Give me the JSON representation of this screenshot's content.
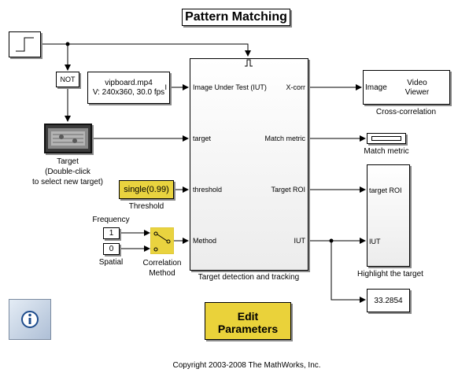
{
  "title": "Pattern Matching",
  "blocks": {
    "not_gate": {
      "label": "NOT"
    },
    "video_source": {
      "line1": "vipboard.mp4",
      "line2": "V: 240x360, 30.0 fps",
      "port_mark": "I"
    },
    "target_image": {
      "caption_line1": "Target",
      "caption_line2": "(Double-click",
      "caption_line3": "to select new target)"
    },
    "threshold": {
      "value": "single(0.99)",
      "caption": "Threshold"
    },
    "frequency": {
      "value": "1",
      "caption": "Frequency"
    },
    "spatial": {
      "value": "0",
      "caption": "Spatial"
    },
    "switch": {
      "caption_line1": "Correlation",
      "caption_line2": "Method"
    },
    "subsystem": {
      "caption": "Target detection and tracking",
      "inputs": [
        "Image Under Test (IUT)",
        "target",
        "threshold",
        "Method"
      ],
      "outputs": [
        "X-corr",
        "Match metric",
        "Target ROI",
        "IUT"
      ]
    },
    "video_viewer": {
      "port": "Image",
      "line1": "Video",
      "line2": "Viewer",
      "caption": "Cross-correlation"
    },
    "match_metric": {
      "caption": "Match metric"
    },
    "highlight": {
      "ports": [
        "target ROI",
        "IUT"
      ],
      "caption": "Highlight the target"
    },
    "display": {
      "value": "33.2854"
    }
  },
  "buttons": {
    "edit_line1": "Edit",
    "edit_line2": "Parameters"
  },
  "info_icon": "info-icon",
  "copyright": "Copyright 2003-2008 The MathWorks, Inc."
}
